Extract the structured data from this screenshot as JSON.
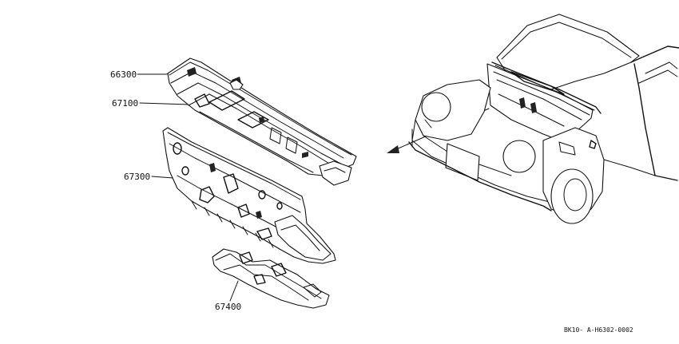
{
  "diagram": {
    "parts": [
      {
        "id": "cowl-top",
        "number": "66300"
      },
      {
        "id": "cowl-top-inner",
        "number": "67100"
      },
      {
        "id": "dash-panel",
        "number": "67300"
      },
      {
        "id": "dash-lower",
        "number": "67400"
      }
    ],
    "reference_code": "BK10- A-H6302-0002"
  }
}
